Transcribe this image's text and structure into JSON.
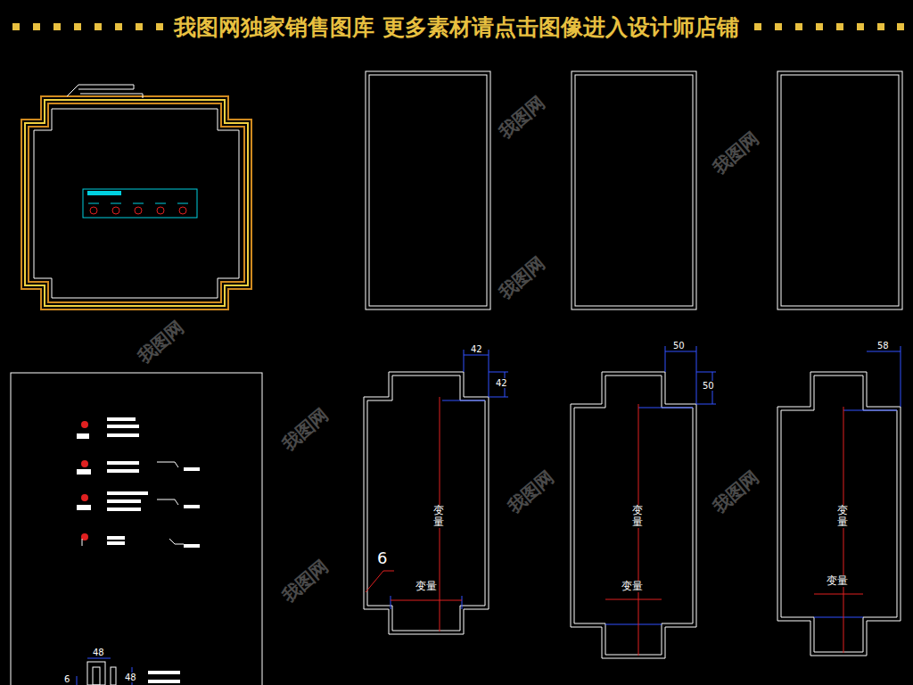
{
  "diagram": {
    "title": "我图网独家销售图库 更多素材请点击图像进入设计师店铺",
    "labels": [
      "42",
      "42",
      "变量",
      "变量",
      "6",
      "50",
      "50",
      "变量",
      "变量",
      "58",
      "变量",
      "变量",
      "48",
      "6",
      "48",
      "我图网",
      "我图网",
      "我图网",
      "我图网",
      "我图网",
      "我图网",
      "我图网",
      "我图网"
    ]
  }
}
